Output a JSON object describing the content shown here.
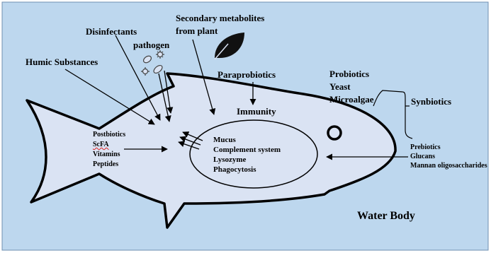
{
  "labels": {
    "disinfectants": "Disinfectants",
    "secondary_metabolites_line1": "Secondary metabolites",
    "secondary_metabolites_line2": "from plant",
    "humic": "Humic Substances",
    "pathogen": "pathogen",
    "paraprobiotics": "Paraprobiotics",
    "immunity": "Immunity",
    "synbiotics": "Synbiotics",
    "water_body": "Water Body"
  },
  "probiotics_group": [
    "Probiotics",
    "Yeast",
    "Microalgae"
  ],
  "postbiotics_group": [
    "Postbiotics",
    "ScFA",
    "Vitamins",
    "Peptides"
  ],
  "immunity_components": [
    "Mucus",
    "Complement system",
    "Lysozyme",
    "Phagocytosis"
  ],
  "prebiotics_group": [
    "Prebiotics",
    "Glucans",
    "Mannan oligosaccharides"
  ],
  "colors": {
    "water": "#bdd7ee",
    "fish_fill": "#dae3f3",
    "outline": "#000000",
    "text": "#000000"
  },
  "icons": [
    "leaf-icon",
    "pathogen-icon",
    "eye-icon"
  ]
}
